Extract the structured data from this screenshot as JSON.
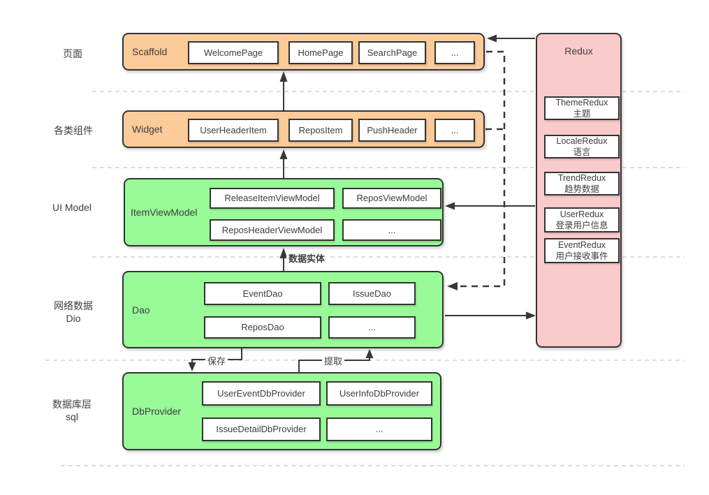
{
  "diagram": {
    "left_labels": {
      "pages": "页面",
      "widgets": "各类组件",
      "ui_model": "UI Model",
      "network": "网络数据\nDio",
      "database": "数据库层\nsql"
    },
    "scaffold": {
      "label": "Scaffold",
      "items": [
        "WelcomePage",
        "HomePage",
        "SearchPage",
        "..."
      ]
    },
    "widget": {
      "label": "Widget",
      "items": [
        "UserHeaderItem",
        "ReposItem",
        "PushHeader",
        "..."
      ]
    },
    "item_view_model": {
      "label": "ItemViewModel",
      "items": [
        "ReleaseItemViewModel",
        "ReposViewModel",
        "ReposHeaderViewModel",
        "..."
      ]
    },
    "dao": {
      "label": "Dao",
      "items": [
        "EventDao",
        "IssueDao",
        "ReposDao",
        "..."
      ]
    },
    "db_provider": {
      "label": "DbProvider",
      "items": [
        "UserEventDbProvider",
        "UserInfoDbProvider",
        "IssueDetailDbProvider",
        "..."
      ]
    },
    "redux": {
      "label": "Redux",
      "items": [
        "ThemeRedux\n主题",
        "LocaleRedux\n语言",
        "TrendRedux\n趋势数据",
        "UserRedux\n登录用户信息",
        "EventRedux\n用户接收事件"
      ]
    },
    "edge_labels": {
      "data_entity": "数据实体",
      "save": "保存",
      "extract": "提取"
    },
    "colors": {
      "orange_fill": "#fbcb99",
      "green_fill": "#98fb98",
      "pink_fill": "#fbcbcb",
      "box_border": "#333333",
      "arrow": "#383838",
      "separator": "#bbbbbb"
    }
  }
}
